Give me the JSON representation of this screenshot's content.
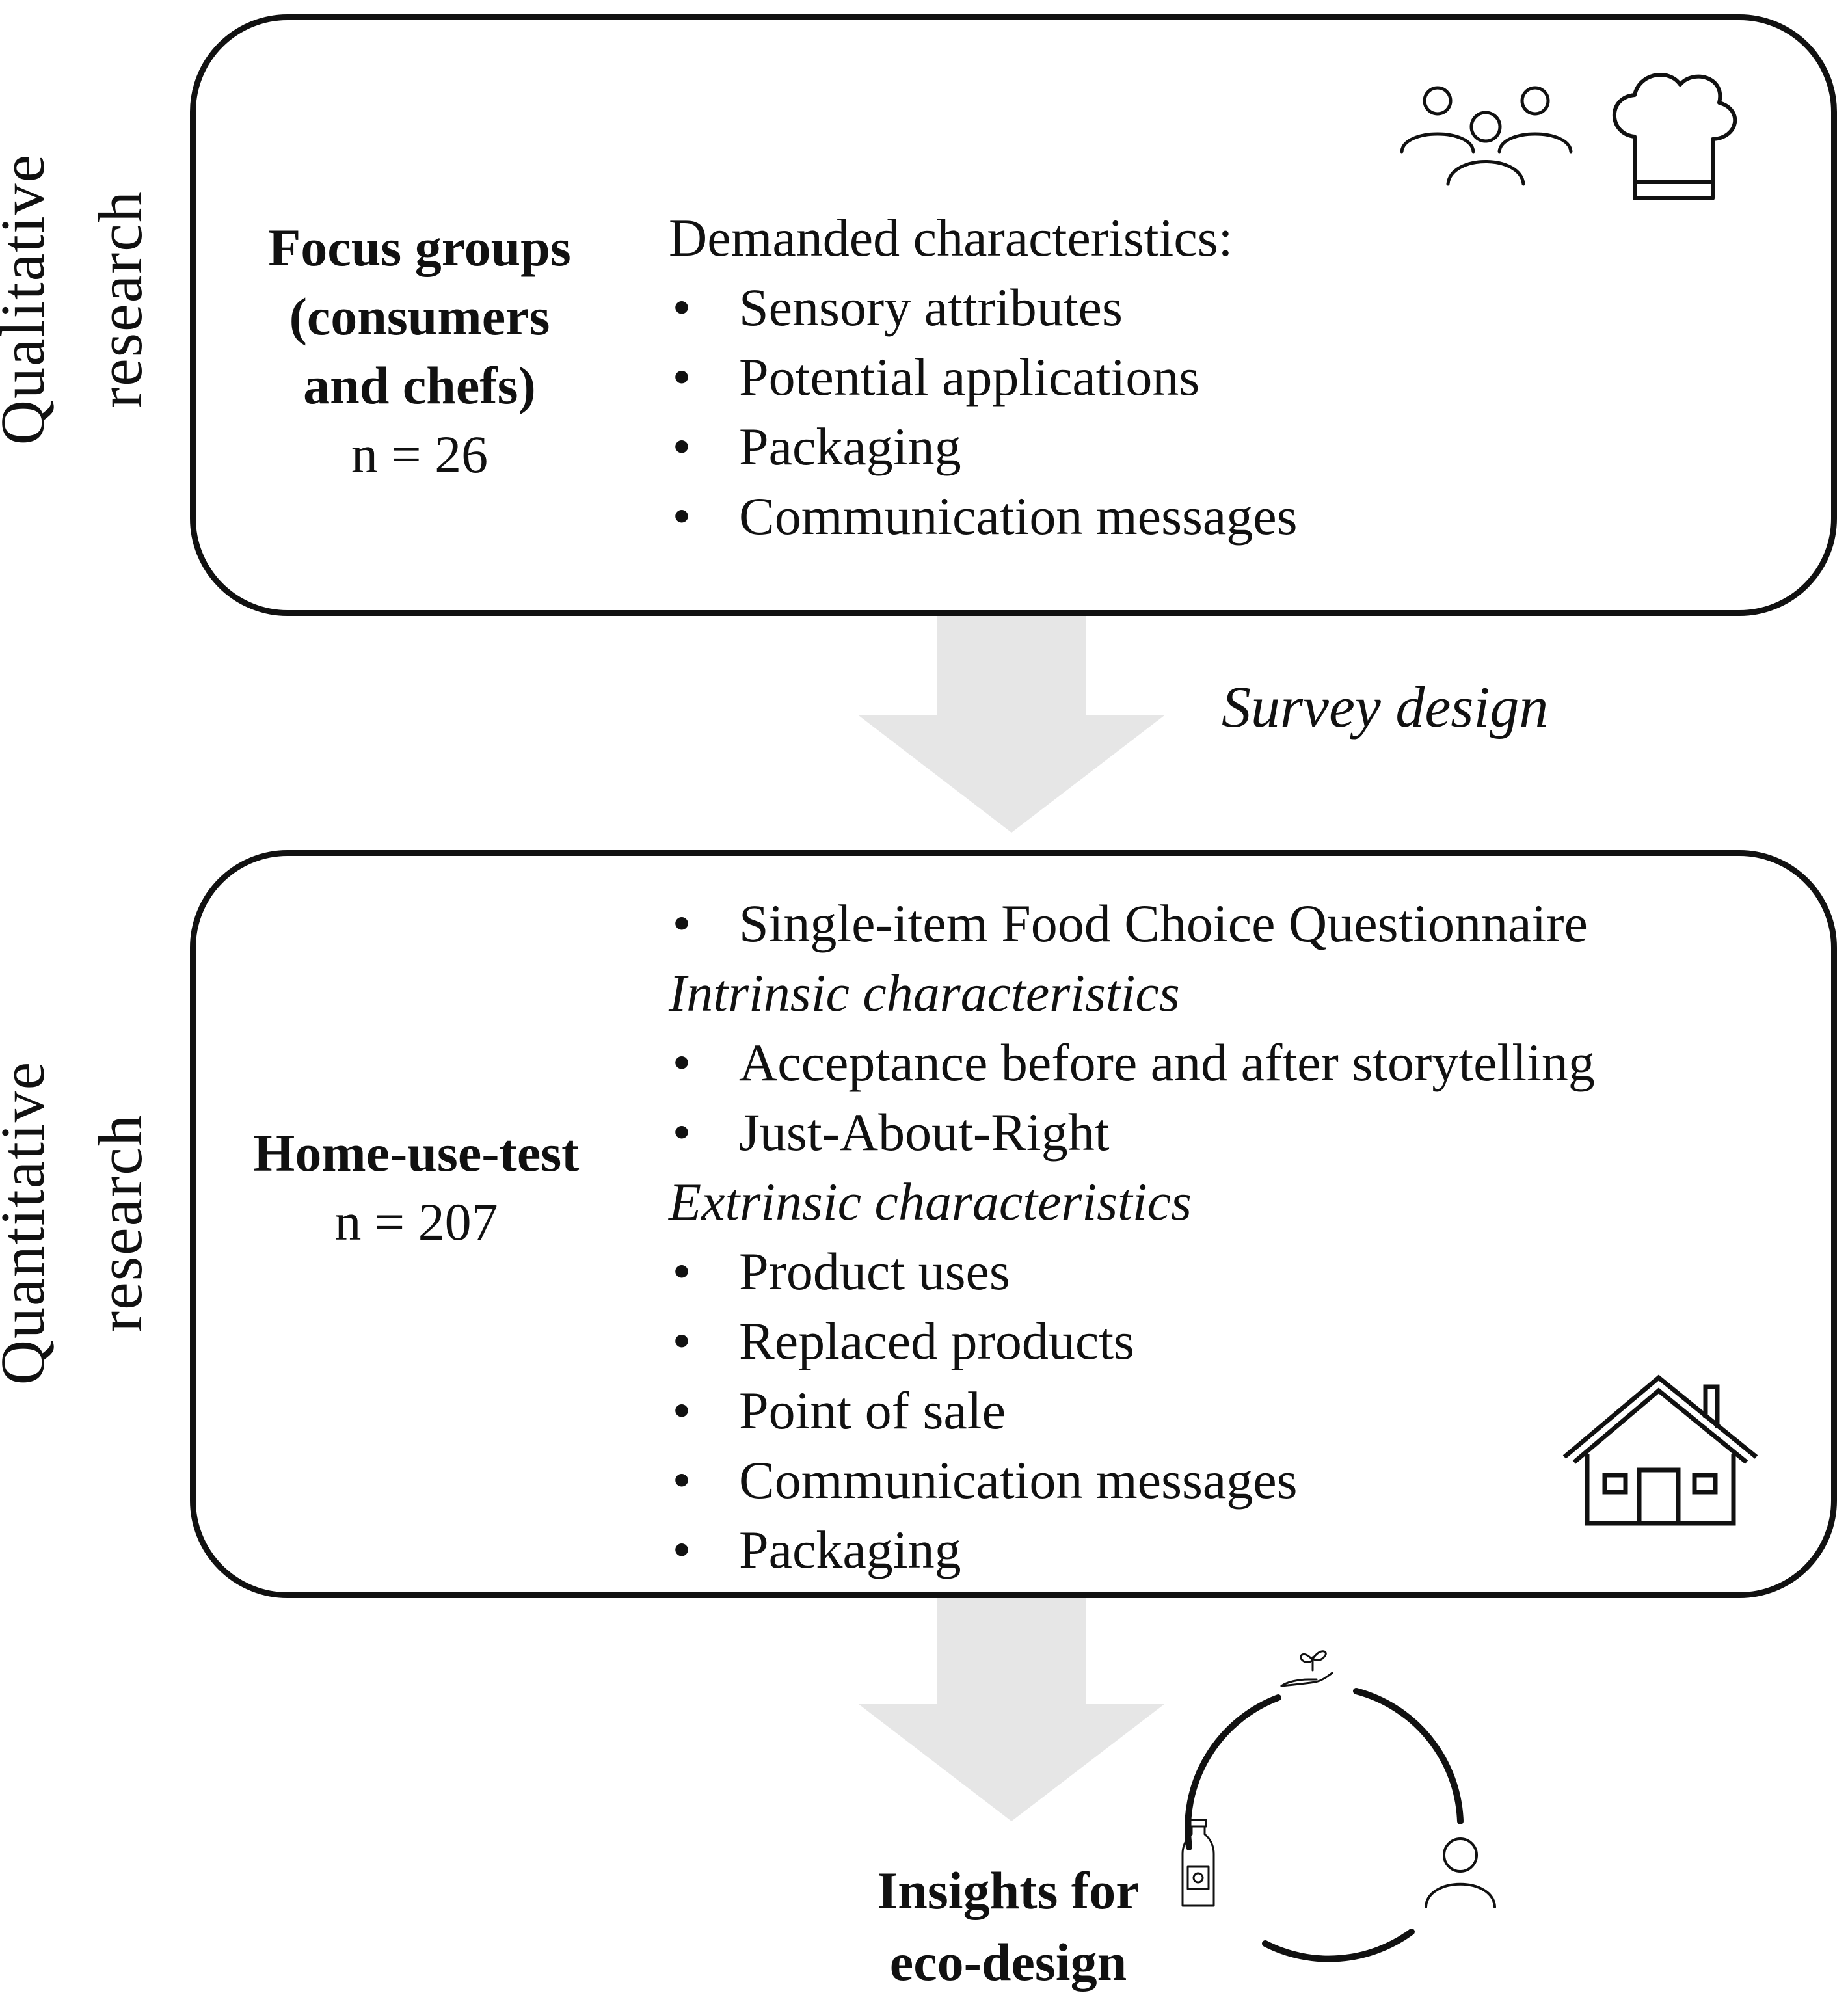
{
  "qualitative": {
    "side_label": [
      "Qualitative",
      "research"
    ],
    "method_title": [
      "Focus groups",
      "(consumers",
      "and chefs)"
    ],
    "sample": "n = 26",
    "heading": "Demanded characteristics:",
    "items": [
      "Sensory attributes",
      "Potential applications",
      "Packaging",
      "Communication messages"
    ],
    "icons": [
      "people-group-icon",
      "chef-hat-icon"
    ]
  },
  "transition": {
    "label": "Survey design"
  },
  "quantitative": {
    "side_label": [
      "Quantitative",
      "research"
    ],
    "method_title": "Home-use-test",
    "sample": "n = 207",
    "lines": [
      {
        "type": "bullet",
        "text": "Single-item Food Choice Questionnaire"
      },
      {
        "type": "heading",
        "text": "Intrinsic characteristics"
      },
      {
        "type": "bullet",
        "text": "Acceptance before and after storytelling"
      },
      {
        "type": "bullet",
        "text": "Just-About-Right"
      },
      {
        "type": "heading",
        "text": "Extrinsic characteristics"
      },
      {
        "type": "bullet",
        "text": "Product uses"
      },
      {
        "type": "bullet",
        "text": "Replaced products"
      },
      {
        "type": "bullet",
        "text": "Point of sale"
      },
      {
        "type": "bullet",
        "text": "Communication messages"
      },
      {
        "type": "bullet",
        "text": "Packaging"
      }
    ],
    "icons": [
      "house-icon"
    ]
  },
  "outcome": {
    "label": [
      "Insights for",
      "eco-design"
    ],
    "icons": [
      "circular-cycle-icon",
      "hand-plant-icon",
      "bottle-icon",
      "person-icon"
    ]
  },
  "colors": {
    "stroke": "#111111",
    "arrow": "#e6e6e6",
    "background": "#ffffff"
  },
  "bullet_char": "•"
}
